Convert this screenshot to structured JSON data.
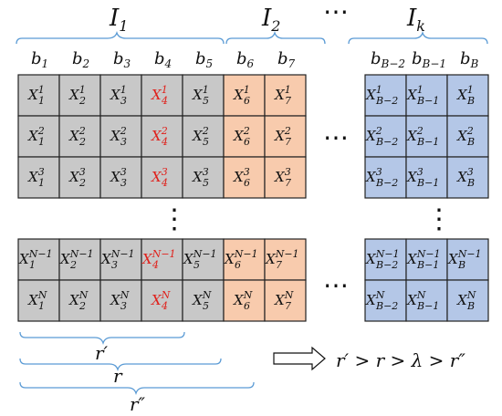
{
  "groups": [
    {
      "name": "I₁",
      "columns": [
        "b1",
        "b2",
        "b3",
        "b4",
        "b5"
      ]
    },
    {
      "name": "I₂",
      "columns": [
        "b6",
        "b7"
      ]
    },
    {
      "name": "I_k",
      "columns": [
        "bB-2",
        "bB-1",
        "bB"
      ]
    }
  ],
  "group_labels": {
    "g1": "I",
    "g1_sub": "1",
    "g2": "I",
    "g2_sub": "2",
    "g3": "I",
    "g3_sub": "k"
  },
  "column_headers": [
    {
      "base": "b",
      "sub": "1"
    },
    {
      "base": "b",
      "sub": "2"
    },
    {
      "base": "b",
      "sub": "3"
    },
    {
      "base": "b",
      "sub": "4"
    },
    {
      "base": "b",
      "sub": "5"
    },
    {
      "base": "b",
      "sub": "6"
    },
    {
      "base": "b",
      "sub": "7"
    },
    {
      "base": "b",
      "sub": "B−2"
    },
    {
      "base": "b",
      "sub": "B−1"
    },
    {
      "base": "b",
      "sub": "B"
    }
  ],
  "row_superscripts": [
    "1",
    "2",
    "3",
    "N−1",
    "N"
  ],
  "cell_base": "X",
  "column_subscripts": [
    "1",
    "2",
    "3",
    "4",
    "5",
    "6",
    "7",
    "B−2",
    "B−1",
    "B"
  ],
  "highlight_column": "4",
  "colors": {
    "gray": "#c8c8c8",
    "orange": "#f8cbad",
    "blue": "#b4c7e7",
    "red": "#e0201b",
    "bracket": "#5b9bd5",
    "text": "#111111"
  },
  "ellipsis": "⋯",
  "vertical_ellipsis": "⋮",
  "range_labels": {
    "r_prime": "r′",
    "r": "r",
    "r_double_prime": "r″"
  },
  "relation": "r′ > r > λ > r″"
}
